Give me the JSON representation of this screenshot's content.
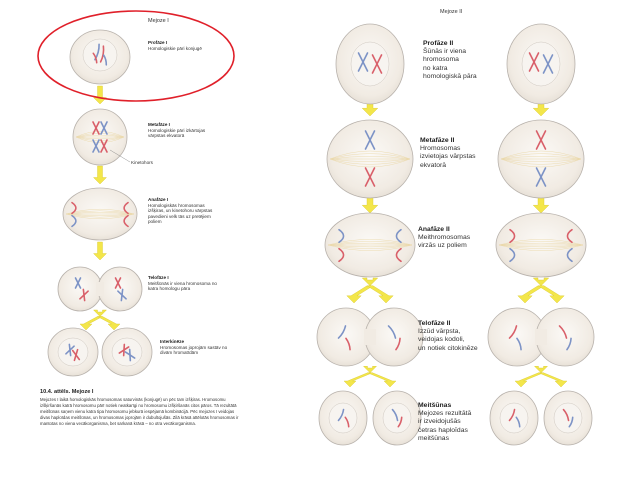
{
  "left_panel": {
    "title": "Mejoze I",
    "steps": [
      {
        "title": "Profāze I",
        "text": "Homologiskie pāri konjugē"
      },
      {
        "title": "Metafāze I",
        "text": "Homologiskie pāri izkārtojas vārpstas ekvatorā"
      },
      {
        "title": "Anafāze I",
        "text": "Homologiskās hromosomas izšķiras, un kinetohoru vārpstas pavedieni velk tās uz pretējiem poliem"
      },
      {
        "title": "Telofāze I",
        "text": "Meitšūnās ir viena hromosoma no katra homologu pāra"
      },
      {
        "title": "Interkinēze",
        "text": "Hromosomas joprojām sastāv no divām hromatīdām"
      }
    ],
    "kinetochore_label": "Kinetohors",
    "caption_title": "10.4. attēls. Mejoze I",
    "caption_text": "Mejozes I laikā homologiskās hromosomas saturvinās (konjugē) un pēc tam izšķiras. Hromosomu izšķiršanās katrā hromosomu pārī notiek neatkarīgi no hromosomu izšķiršanās citos pāros. Tā rezultātā meitšūnas saņem vienu katra tipa hromosomu jebkurā iespējamā kombinācijā. Pēc mejozes I veidojas divas haploīdas meitšūnas, un hromosomas joprojām ir dubultojušās. Zilā krāsā attēlotās hromosomas ir mantotas no viena vecākorganisma, bet sarkanā krāsā – no otra vecākorganisma."
  },
  "right_panel": {
    "title": "Mejoze II",
    "steps": [
      {
        "title": "Profāze II",
        "lines": [
          "Šūnās ir viena",
          "hromosoma",
          "no katra",
          "homologiskā pāra"
        ]
      },
      {
        "title": "Metafāze II",
        "lines": [
          "Hromosomas",
          "izvietojas vārpstas",
          "ekvatorā"
        ]
      },
      {
        "title": "Anafāze II",
        "lines": [
          "Meithromosomas",
          "virzās uz poliem"
        ]
      },
      {
        "title": "Telofāze II",
        "lines": [
          "Izzūd vārpsta,",
          "veidojas kodoli,",
          "un notiek citokinēze"
        ]
      },
      {
        "title": "Meitšūnas",
        "lines": [
          "Mejozes rezultātā",
          "ir izveidojušās",
          "četras haploīdas",
          "meitšūnas"
        ]
      }
    ]
  },
  "colors": {
    "red_chromosome": "#d9606a",
    "blue_chromosome": "#7d93c6",
    "arrow": "#f3e64a",
    "highlight": "#e0202a",
    "cell_fill": "#f2ece4",
    "cell_stroke": "#b8b2ac"
  }
}
